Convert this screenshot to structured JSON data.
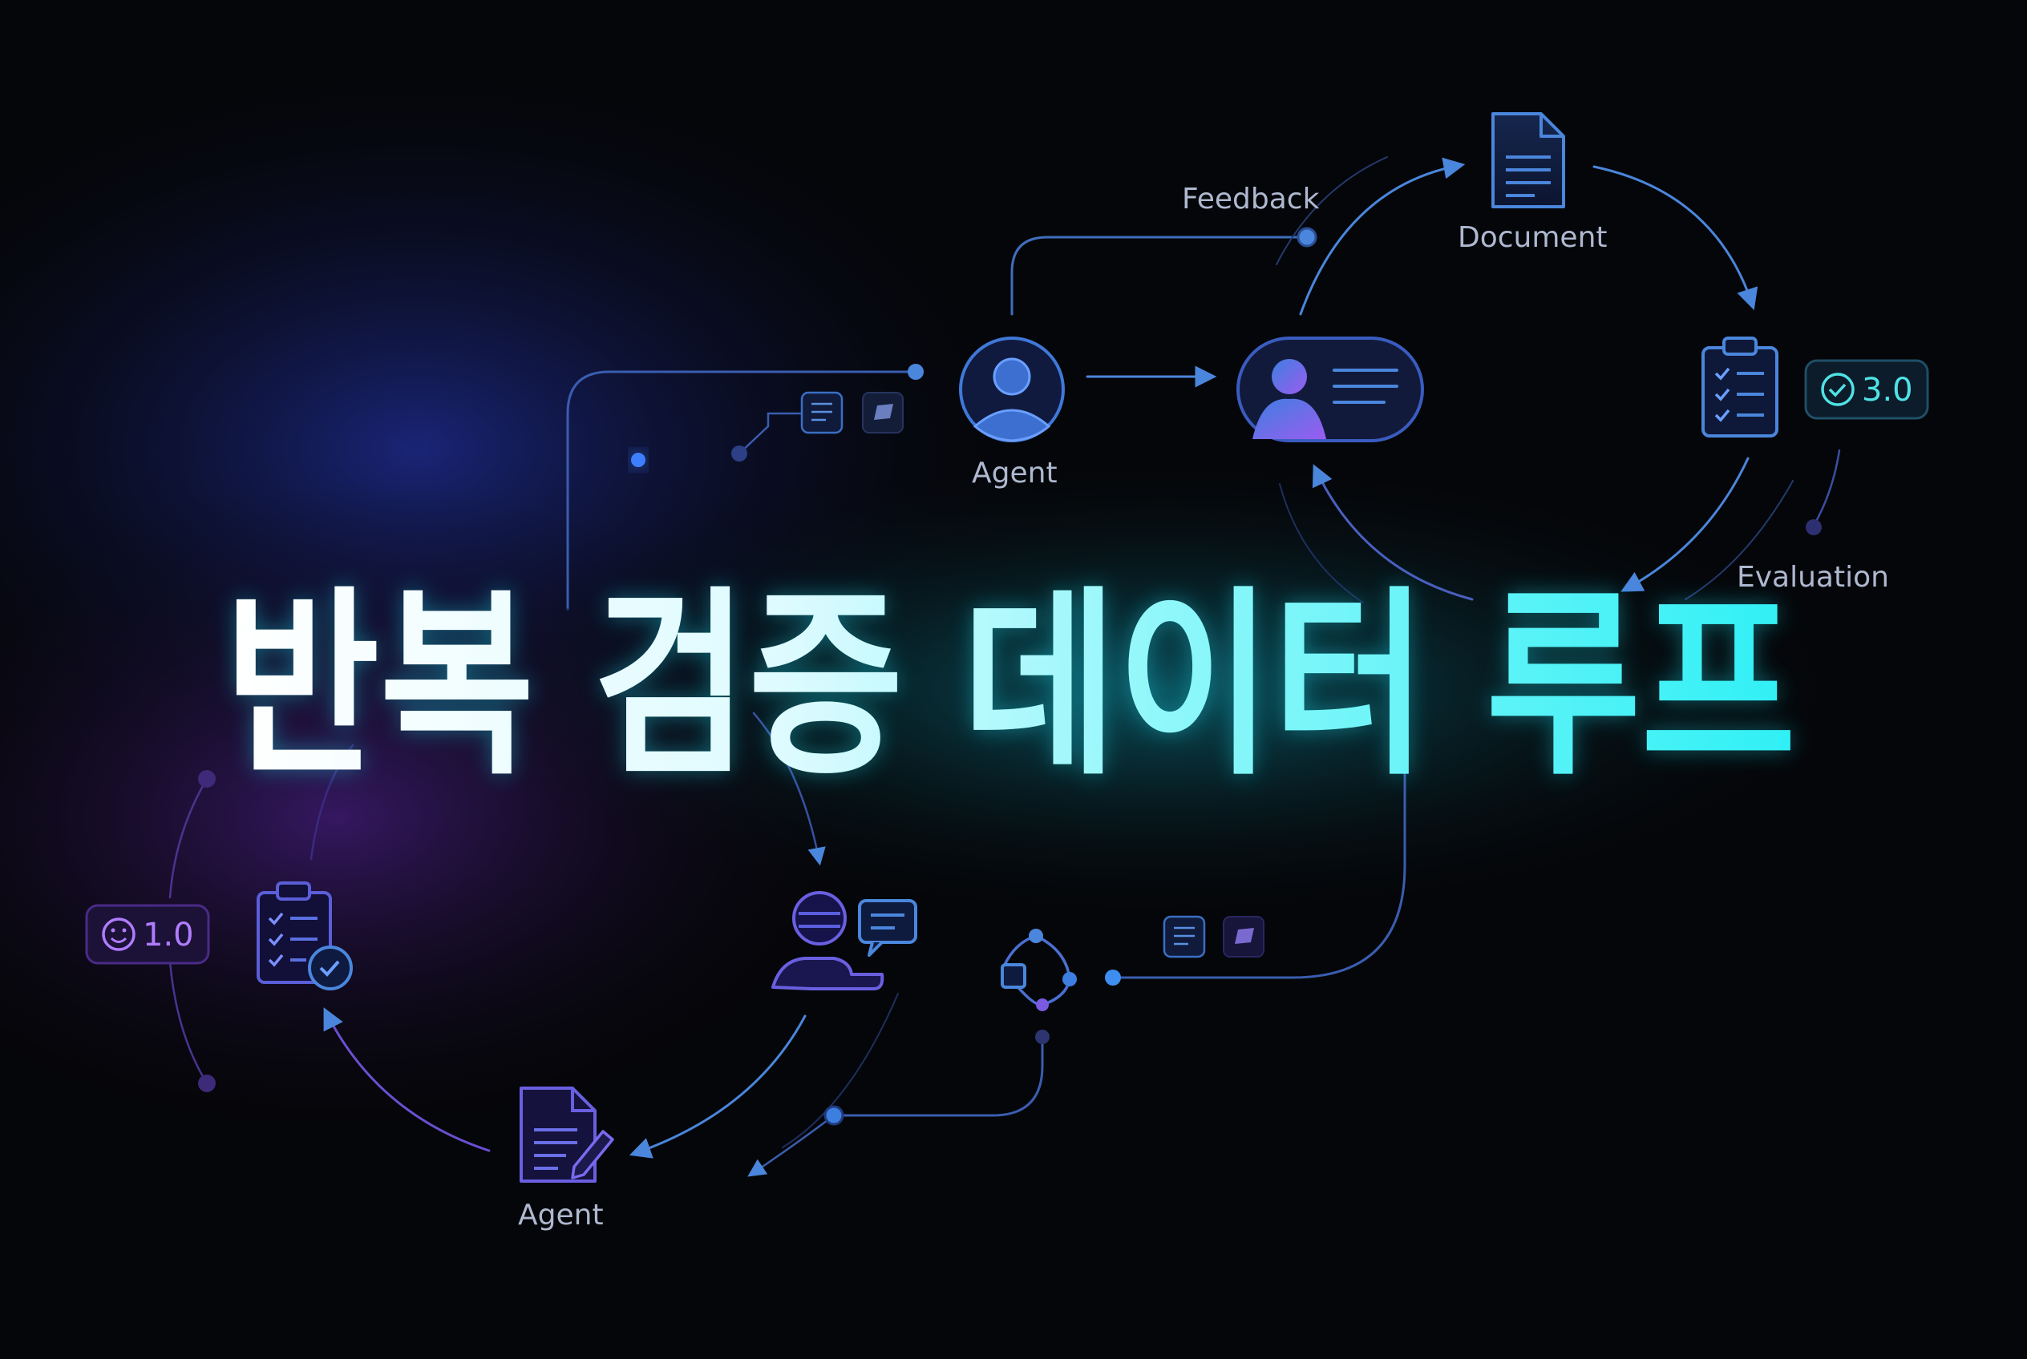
{
  "title": "반복 검증 데이터 루프",
  "labels": {
    "feedback": "Feedback",
    "document": "Document",
    "agent_top": "Agent",
    "evaluation": "Evaluation",
    "agent_bottom": "Agent"
  },
  "scores": {
    "top": "3.0",
    "bottom": "1.0"
  },
  "icons": {
    "score_top": "check-circle-icon",
    "score_bottom": "smiley-icon"
  },
  "colors": {
    "background": "#050609",
    "title_start": "#ffffff",
    "title_end": "#2ff0f5",
    "line_blue": "#3a6fc4",
    "line_purple": "#5a3fb0",
    "accent_purple": "#9b5cf0",
    "accent_cyan": "#4fe3e6"
  }
}
